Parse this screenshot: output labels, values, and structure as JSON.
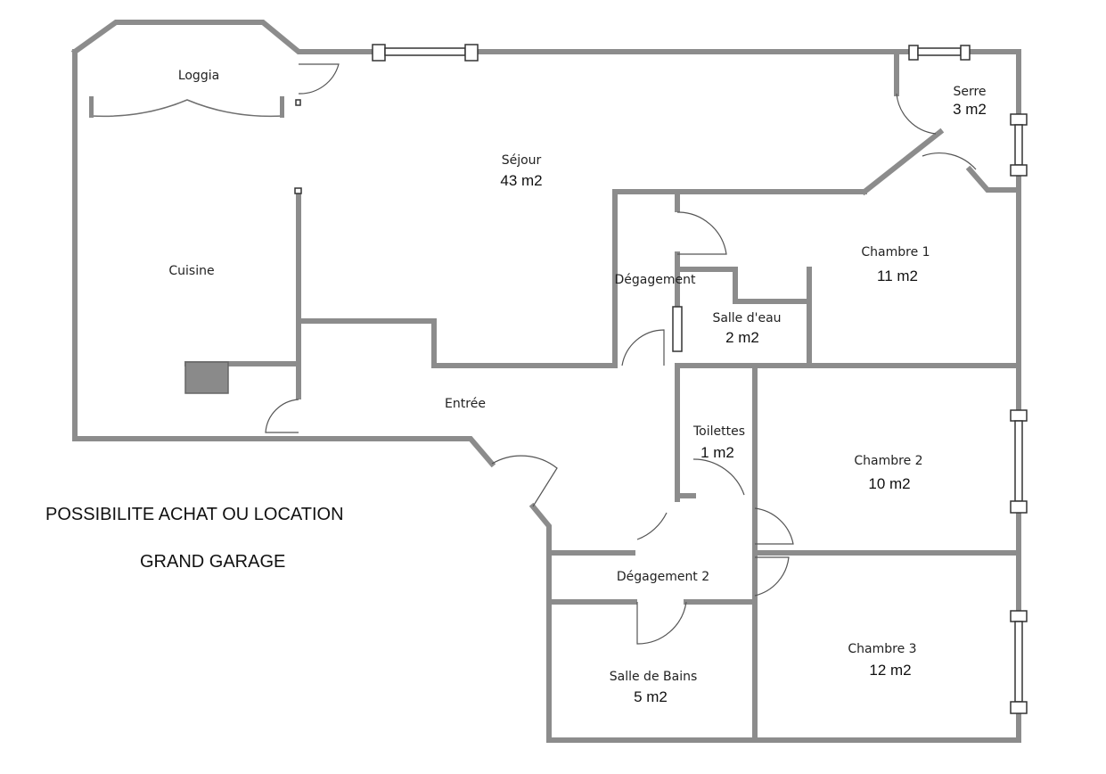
{
  "rooms": {
    "loggia": {
      "name": "Loggia"
    },
    "sejour": {
      "name": "Séjour",
      "area": "43 m2"
    },
    "serre": {
      "name": "Serre",
      "area": "3 m2"
    },
    "cuisine": {
      "name": "Cuisine"
    },
    "degagement": {
      "name": "Dégagement"
    },
    "chambre1": {
      "name": "Chambre 1",
      "area": "11 m2"
    },
    "salle_eau": {
      "name": "Salle d'eau",
      "area": "2 m2"
    },
    "entree": {
      "name": "Entrée"
    },
    "toilettes": {
      "name": "Toilettes",
      "area": "1 m2"
    },
    "chambre2": {
      "name": "Chambre 2",
      "area": "10 m2"
    },
    "degagement2": {
      "name": "Dégagement 2"
    },
    "chambre3": {
      "name": "Chambre 3",
      "area": "12 m2"
    },
    "salle_bains": {
      "name": "Salle de Bains",
      "area": "5 m2"
    }
  },
  "notes": {
    "achat_location": "POSSIBILITE ACHAT OU LOCATION",
    "garage": "GRAND GARAGE"
  },
  "colors": {
    "wall": "#8c8c8c",
    "fixture": "#8a8a8a"
  }
}
